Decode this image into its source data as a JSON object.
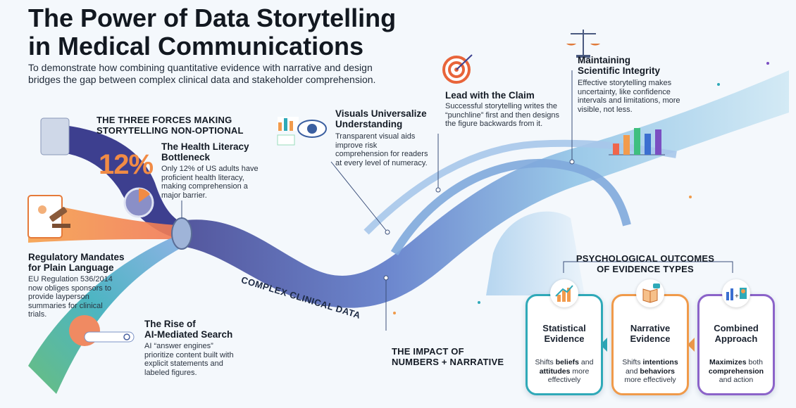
{
  "header": {
    "title_line1": "The Power of Data Storytelling",
    "title_line2": "in Medical Communications",
    "subtitle": "To demonstrate how combining quantitative evidence with narrative and design bridges the gap between complex clinical data and stakeholder comprehension."
  },
  "forces": {
    "heading_line1": "THE THREE FORCES MAKING",
    "heading_line2": "STORYTELLING NON-OPTIONAL",
    "health_literacy": {
      "stat": "12%",
      "title_line1": "The Health Literacy",
      "title_line2": "Bottleneck",
      "body": "Only 12% of US adults have proficient health literacy, making comprehension a major barrier."
    },
    "regulatory": {
      "title_line1": "Regulatory Mandates",
      "title_line2": "for Plain Language",
      "body": "EU Regulation 536/2014 now obliges sponsors to provide layperson summaries for clinical trials."
    },
    "ai_search": {
      "title_line1": "The Rise of",
      "title_line2": "AI-Mediated Search",
      "body": "AI “answer engines” prioritize content built with explicit statements and labeled figures."
    }
  },
  "flow_label": "COMPLEX CLINICAL DATA",
  "impact": {
    "line1": "THE IMPACT OF",
    "line2": "NUMBERS + NARRATIVE"
  },
  "visuals": {
    "title_line1": "Visuals Universalize",
    "title_line2": "Understanding",
    "body": "Transparent visual aids improve risk comprehension for readers at every level of numeracy."
  },
  "claim": {
    "title": "Lead with the Claim",
    "body": "Successful storytelling writes the “punchline” first and then designs the figure backwards from it."
  },
  "integrity": {
    "title_line1": "Maintaining",
    "title_line2": "Scientific Integrity",
    "body": "Effective storytelling makes uncertainty, like confidence intervals and limitations, more visible, not less."
  },
  "psych": {
    "heading_line1": "PSYCHOLOGICAL OUTCOMES",
    "heading_line2": "OF EVIDENCE TYPES",
    "cards": [
      {
        "title_line1": "Statistical",
        "title_line2": "Evidence",
        "pre": "Shifts ",
        "b1": "beliefs",
        "mid": " and ",
        "b2": "attitudes",
        "post": " more effectively",
        "color": "#2fa9b8"
      },
      {
        "title_line1": "Narrative",
        "title_line2": "Evidence",
        "pre": "Shifts ",
        "b1": "intentions",
        "mid": " and ",
        "b2": "behaviors",
        "post": " more effectively",
        "color": "#f09a4a"
      },
      {
        "title_line1": "Combined",
        "title_line2": "Approach",
        "pre": "",
        "b1": "Maximizes",
        "mid": " both ",
        "b2": "comprehension",
        "post": " and action",
        "color": "#8b63c9"
      }
    ]
  },
  "colors": {
    "orange": "#f18b45",
    "teal": "#2fa9b8",
    "purple": "#8b63c9",
    "navy": "#3b3f8f"
  }
}
